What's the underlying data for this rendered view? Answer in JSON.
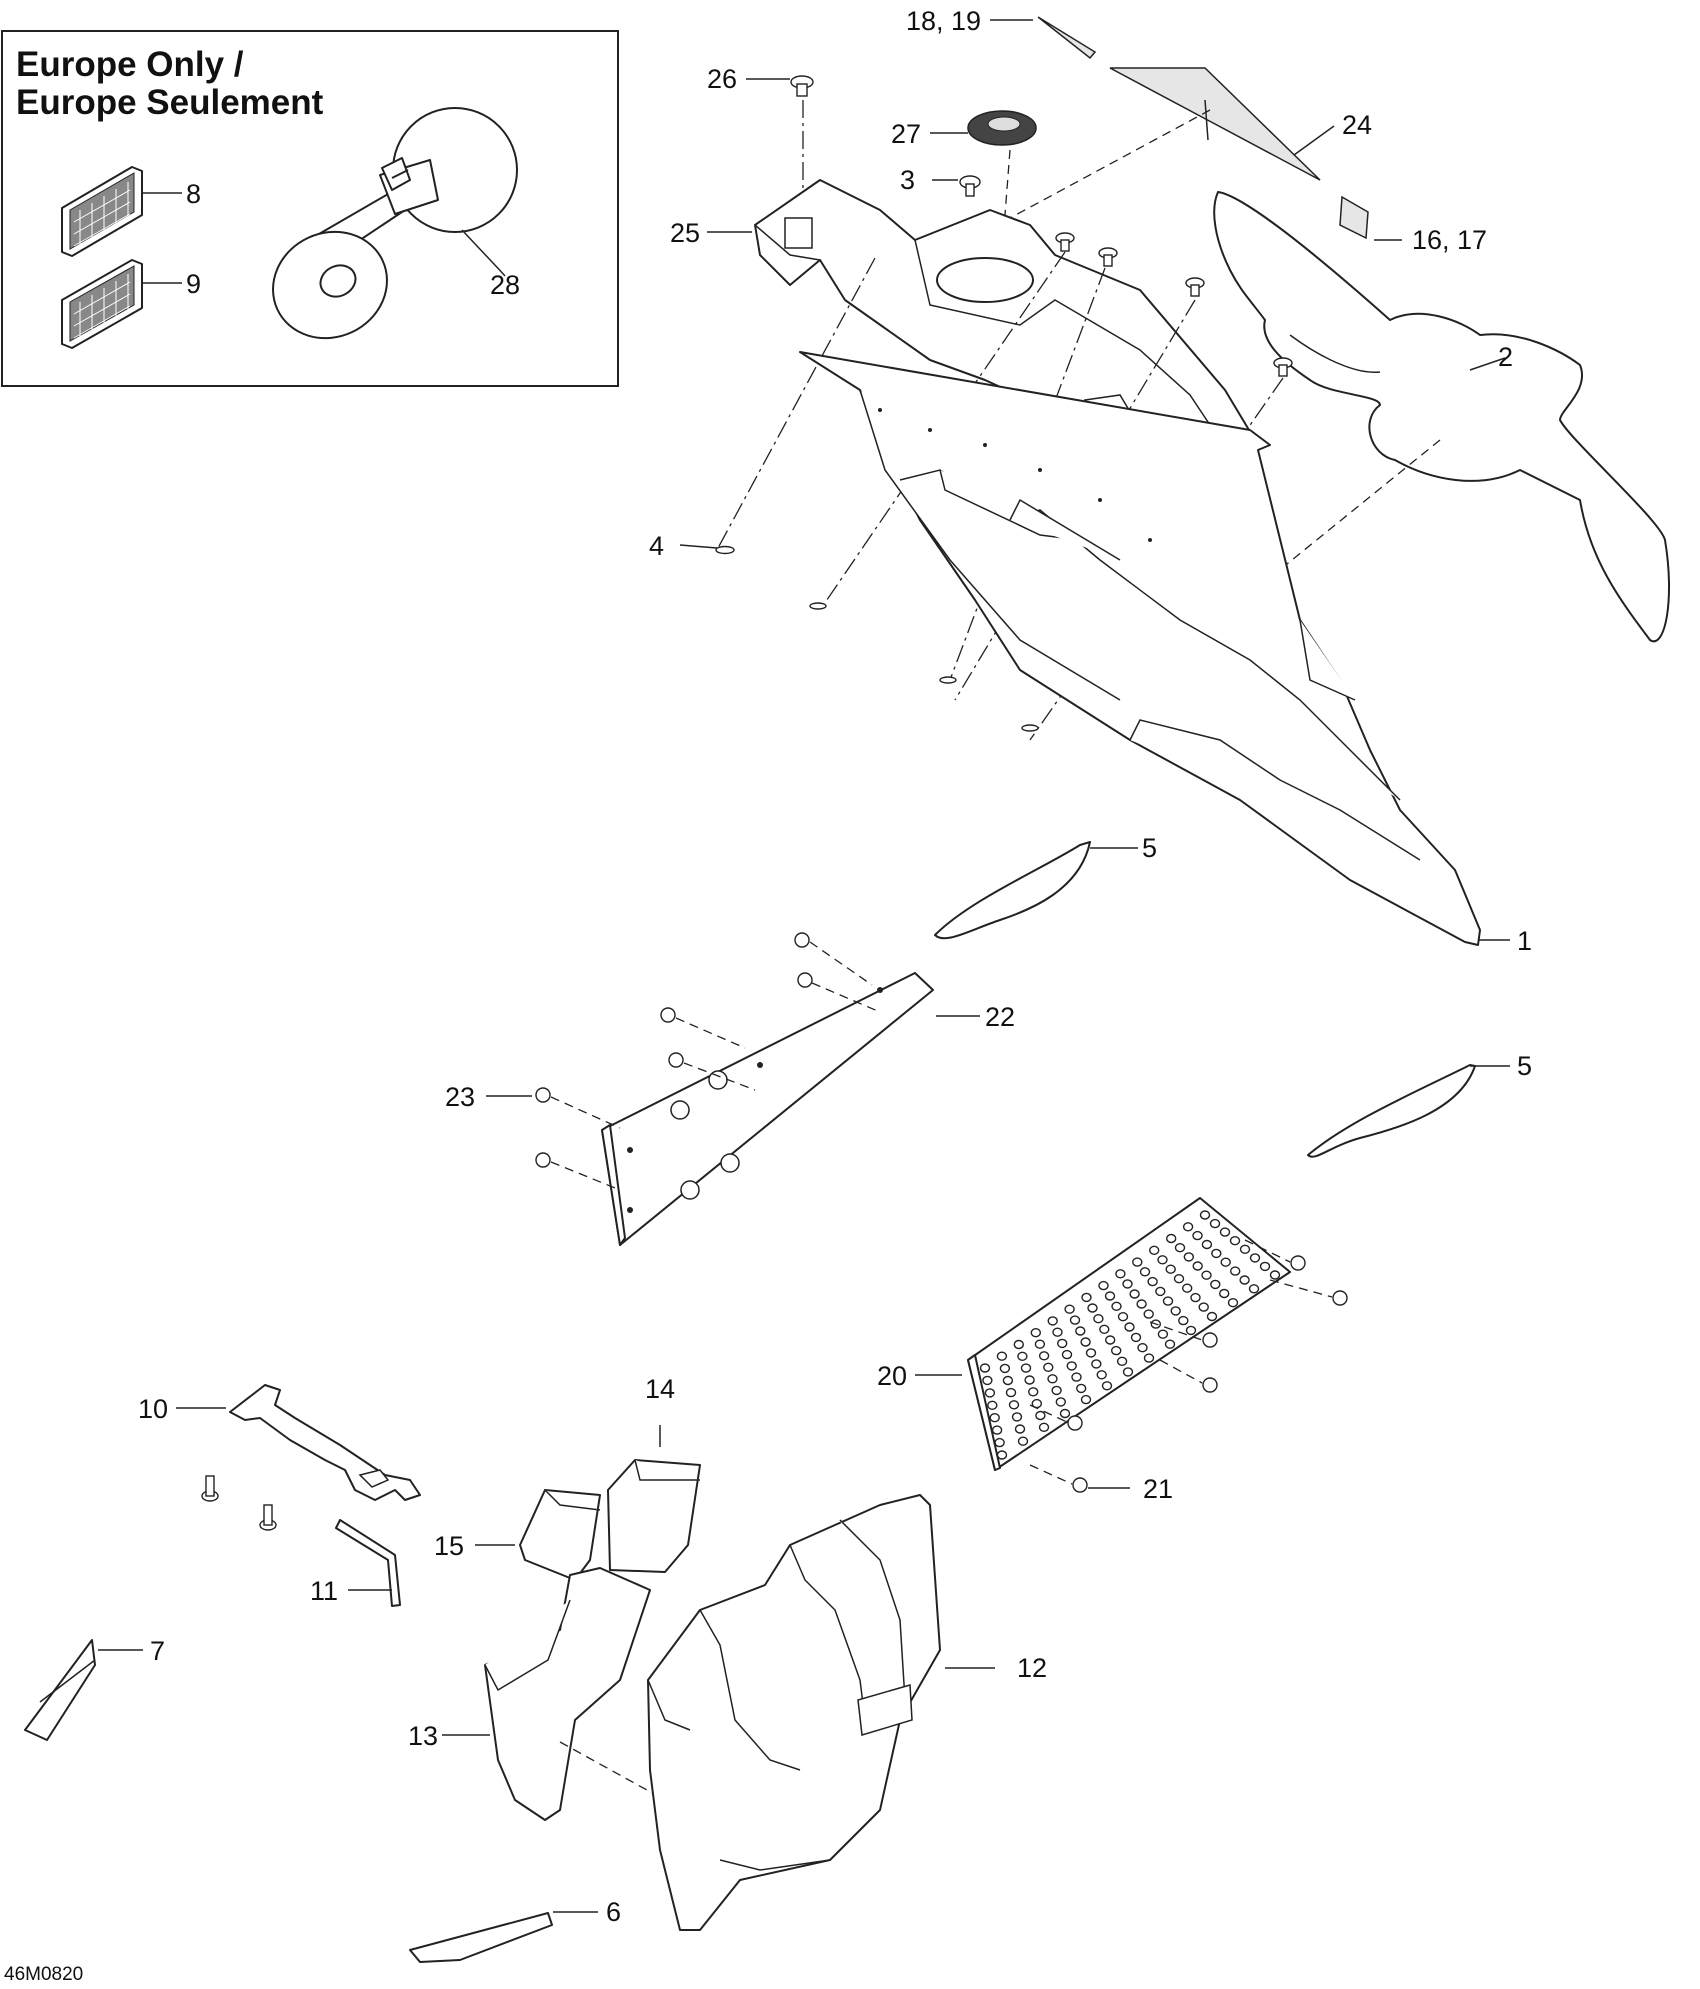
{
  "inset": {
    "title_line1": "Europe Only /",
    "title_line2": "Europe Seulement"
  },
  "callouts": {
    "c1": "1",
    "c2": "2",
    "c3": "3",
    "c4": "4",
    "c5a": "5",
    "c5b": "5",
    "c6": "6",
    "c7": "7",
    "c8": "8",
    "c9": "9",
    "c10": "10",
    "c11": "11",
    "c12": "12",
    "c13": "13",
    "c14": "14",
    "c15": "15",
    "c16_17": "16, 17",
    "c18_19": "18, 19",
    "c20": "20",
    "c21": "21",
    "c22": "22",
    "c23": "23",
    "c24": "24",
    "c25": "25",
    "c26": "26",
    "c27": "27",
    "c28": "28"
  },
  "figure_code": "46M0820",
  "colors": {
    "line": "#222222",
    "background": "#ffffff",
    "shade": "#e6e6e6"
  }
}
